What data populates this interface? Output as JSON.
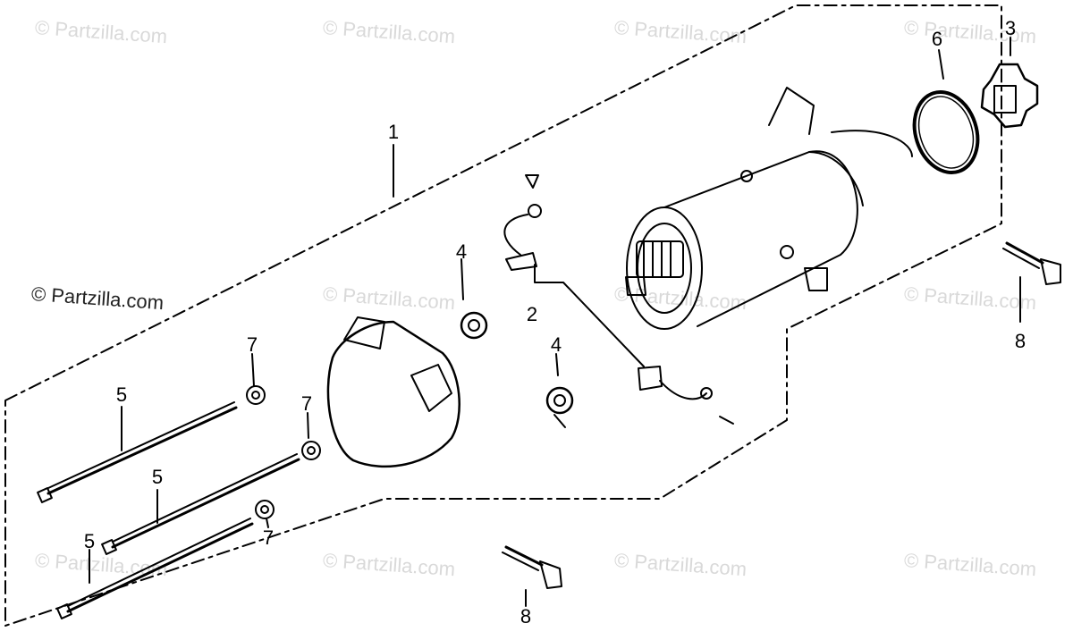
{
  "watermark": {
    "text": "© Partzilla.com"
  },
  "callouts": {
    "c1": "1",
    "c2": "2",
    "c3": "3",
    "c4a": "4",
    "c4b": "4",
    "c5a": "5",
    "c5b": "5",
    "c5c": "5",
    "c6": "6",
    "c7a": "7",
    "c7b": "7",
    "c7c": "7",
    "c8a": "8",
    "c8b": "8"
  },
  "colors": {
    "ink": "#000000",
    "watermark": "#d9d9d9"
  }
}
